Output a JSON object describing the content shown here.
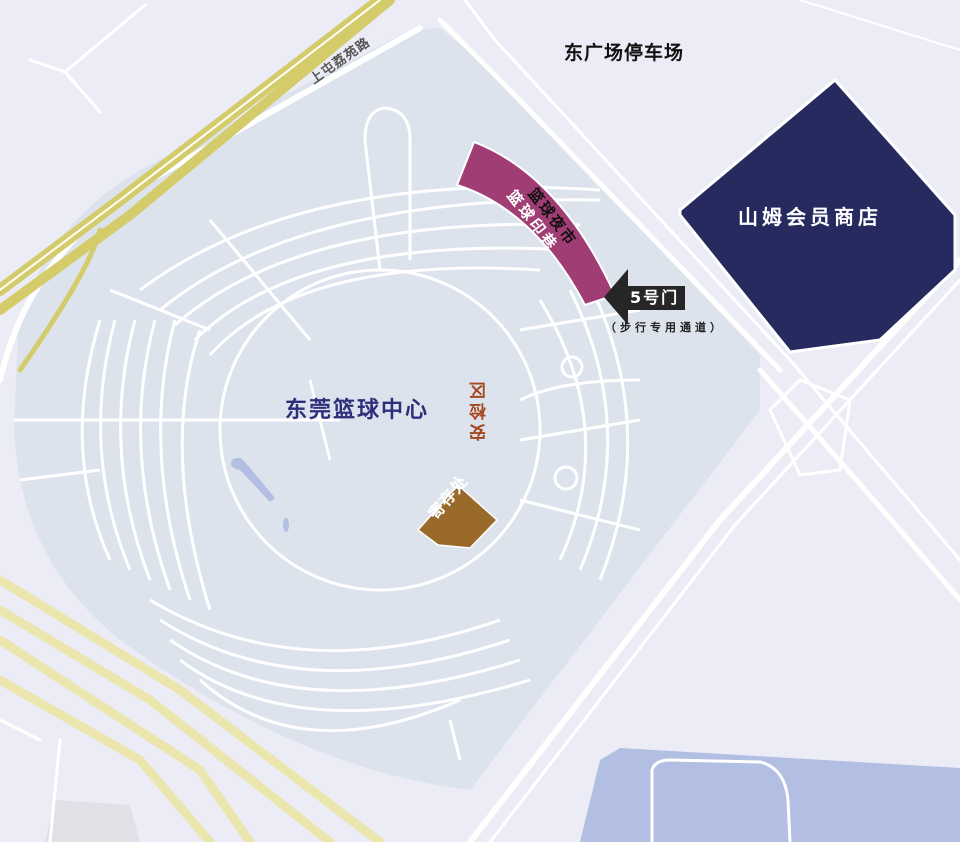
{
  "map": {
    "labels": {
      "parking": "东广场停车场",
      "road": "上屯荔苑路",
      "store": "山姆会员商店",
      "venue": "东莞篮球中心",
      "night_market": "篮球夜市",
      "alley": "篮球印巷",
      "security": "安检区",
      "storage": "寄存处",
      "gate": "5号门",
      "gate_note": "（步行专用通道）"
    },
    "colors": {
      "background": "#ececf6",
      "venue_area": "#dde3ec",
      "road": "#ffffff",
      "highway": "#d4cc6a",
      "highway_light": "#ebe6ae",
      "store": "#262a5e",
      "alley": "#a03d74",
      "storage": "#9a6a2a",
      "security_text": "#a5481f",
      "venue_text": "#2e2f7a",
      "gate": "#262626",
      "water": "#b2bfe2"
    }
  }
}
